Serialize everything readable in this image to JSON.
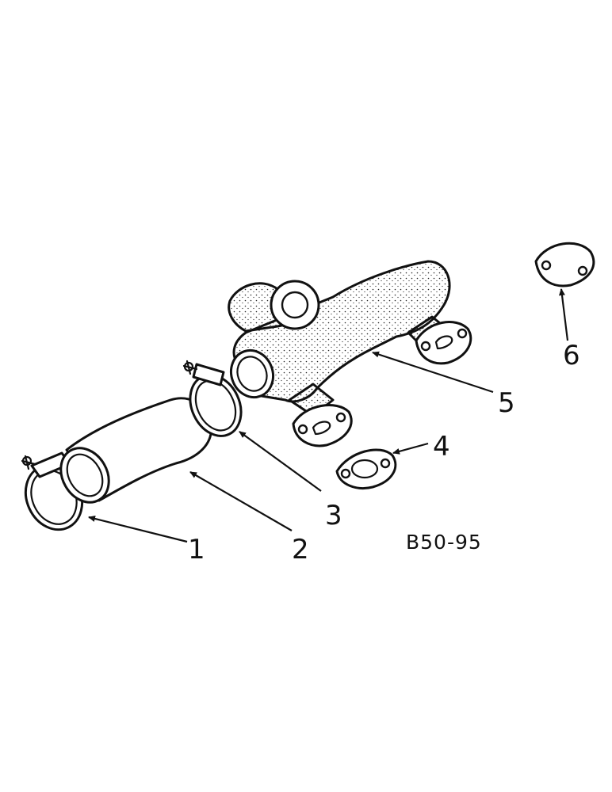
{
  "diagram_code": "B50-95",
  "callouts": [
    "1",
    "2",
    "3",
    "4",
    "5",
    "6"
  ]
}
